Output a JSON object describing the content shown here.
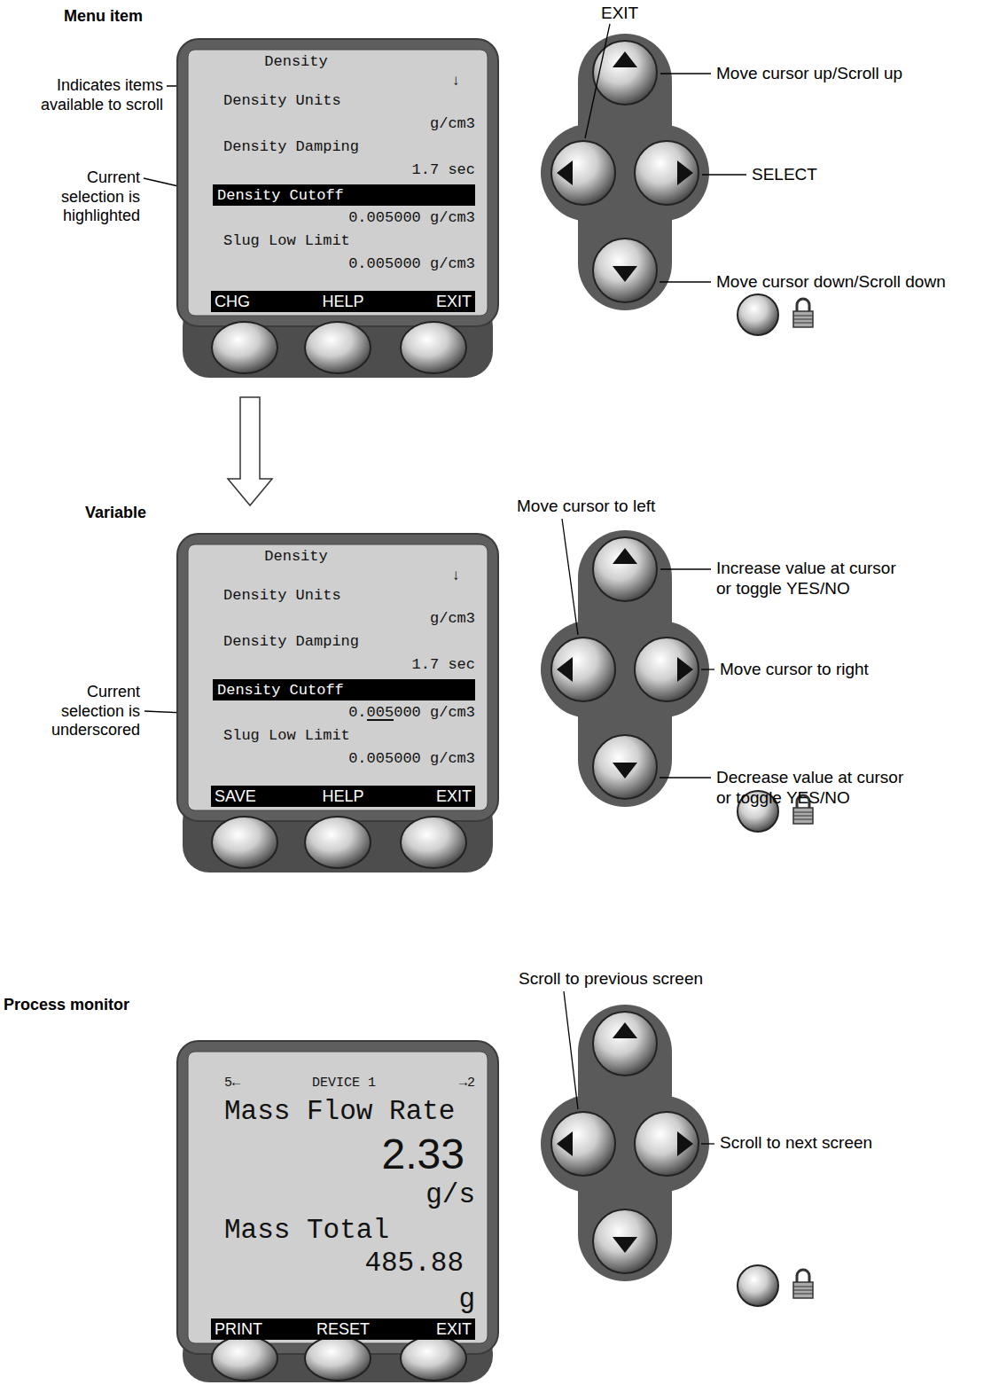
{
  "diagram": {
    "nodes": [
      {
        "text": [
          "Density",
          "↓",
          "Density Units",
          "g/cm3",
          "Density Damping",
          "1.7 sec",
          "0.005000 g/cm3",
          "Slug Low Limit",
          "0.005000 g/cm3"
        ]
      },
      {
        "text": [
          "Density Cutoff"
        ],
        "in": 0
      },
      {
        "text": [
          "CHG",
          "HELP",
          "EXIT"
        ],
        "in": 0
      },
      {
        "text": [
          "Density",
          "↓",
          "Density Units",
          "g/cm3",
          "Density Damping",
          "1.7 sec",
          "0.005000 g/cm3",
          "Slug Low Limit",
          "0.005000 g/cm3"
        ]
      },
      {
        "text": [
          "Density Cutoff"
        ],
        "in": 3
      },
      {
        "text": [
          "SAVE",
          "HELP",
          "EXIT"
        ],
        "in": 3
      },
      {
        "text": [
          "5←",
          "DEVICE 1",
          "→2",
          "Mass Flow Rate",
          "2.33",
          "g/s",
          "Mass Total",
          "485.88",
          "g"
        ]
      },
      {
        "text": [
          "PRINT",
          "RESET",
          "EXIT"
        ],
        "in": 6
      }
    ],
    "edges": [
      {
        "from": 0,
        "to": 3,
        "arrow": "to"
      }
    ],
    "labels": [
      "Menu item",
      "EXIT",
      "Move cursor up/Scroll up",
      "Indicates items available to scroll",
      "SELECT",
      "Current selection is highlighted",
      "Move cursor down/Scroll down",
      "Variable",
      "Move cursor to left",
      "Increase value at cursor or toggle YES/NO",
      "Move cursor to right",
      "Current selection is underscored",
      "Decrease value at cursor or toggle YES/NO",
      "Process monitor",
      "Scroll to previous screen",
      "Scroll to next screen"
    ]
  }
}
